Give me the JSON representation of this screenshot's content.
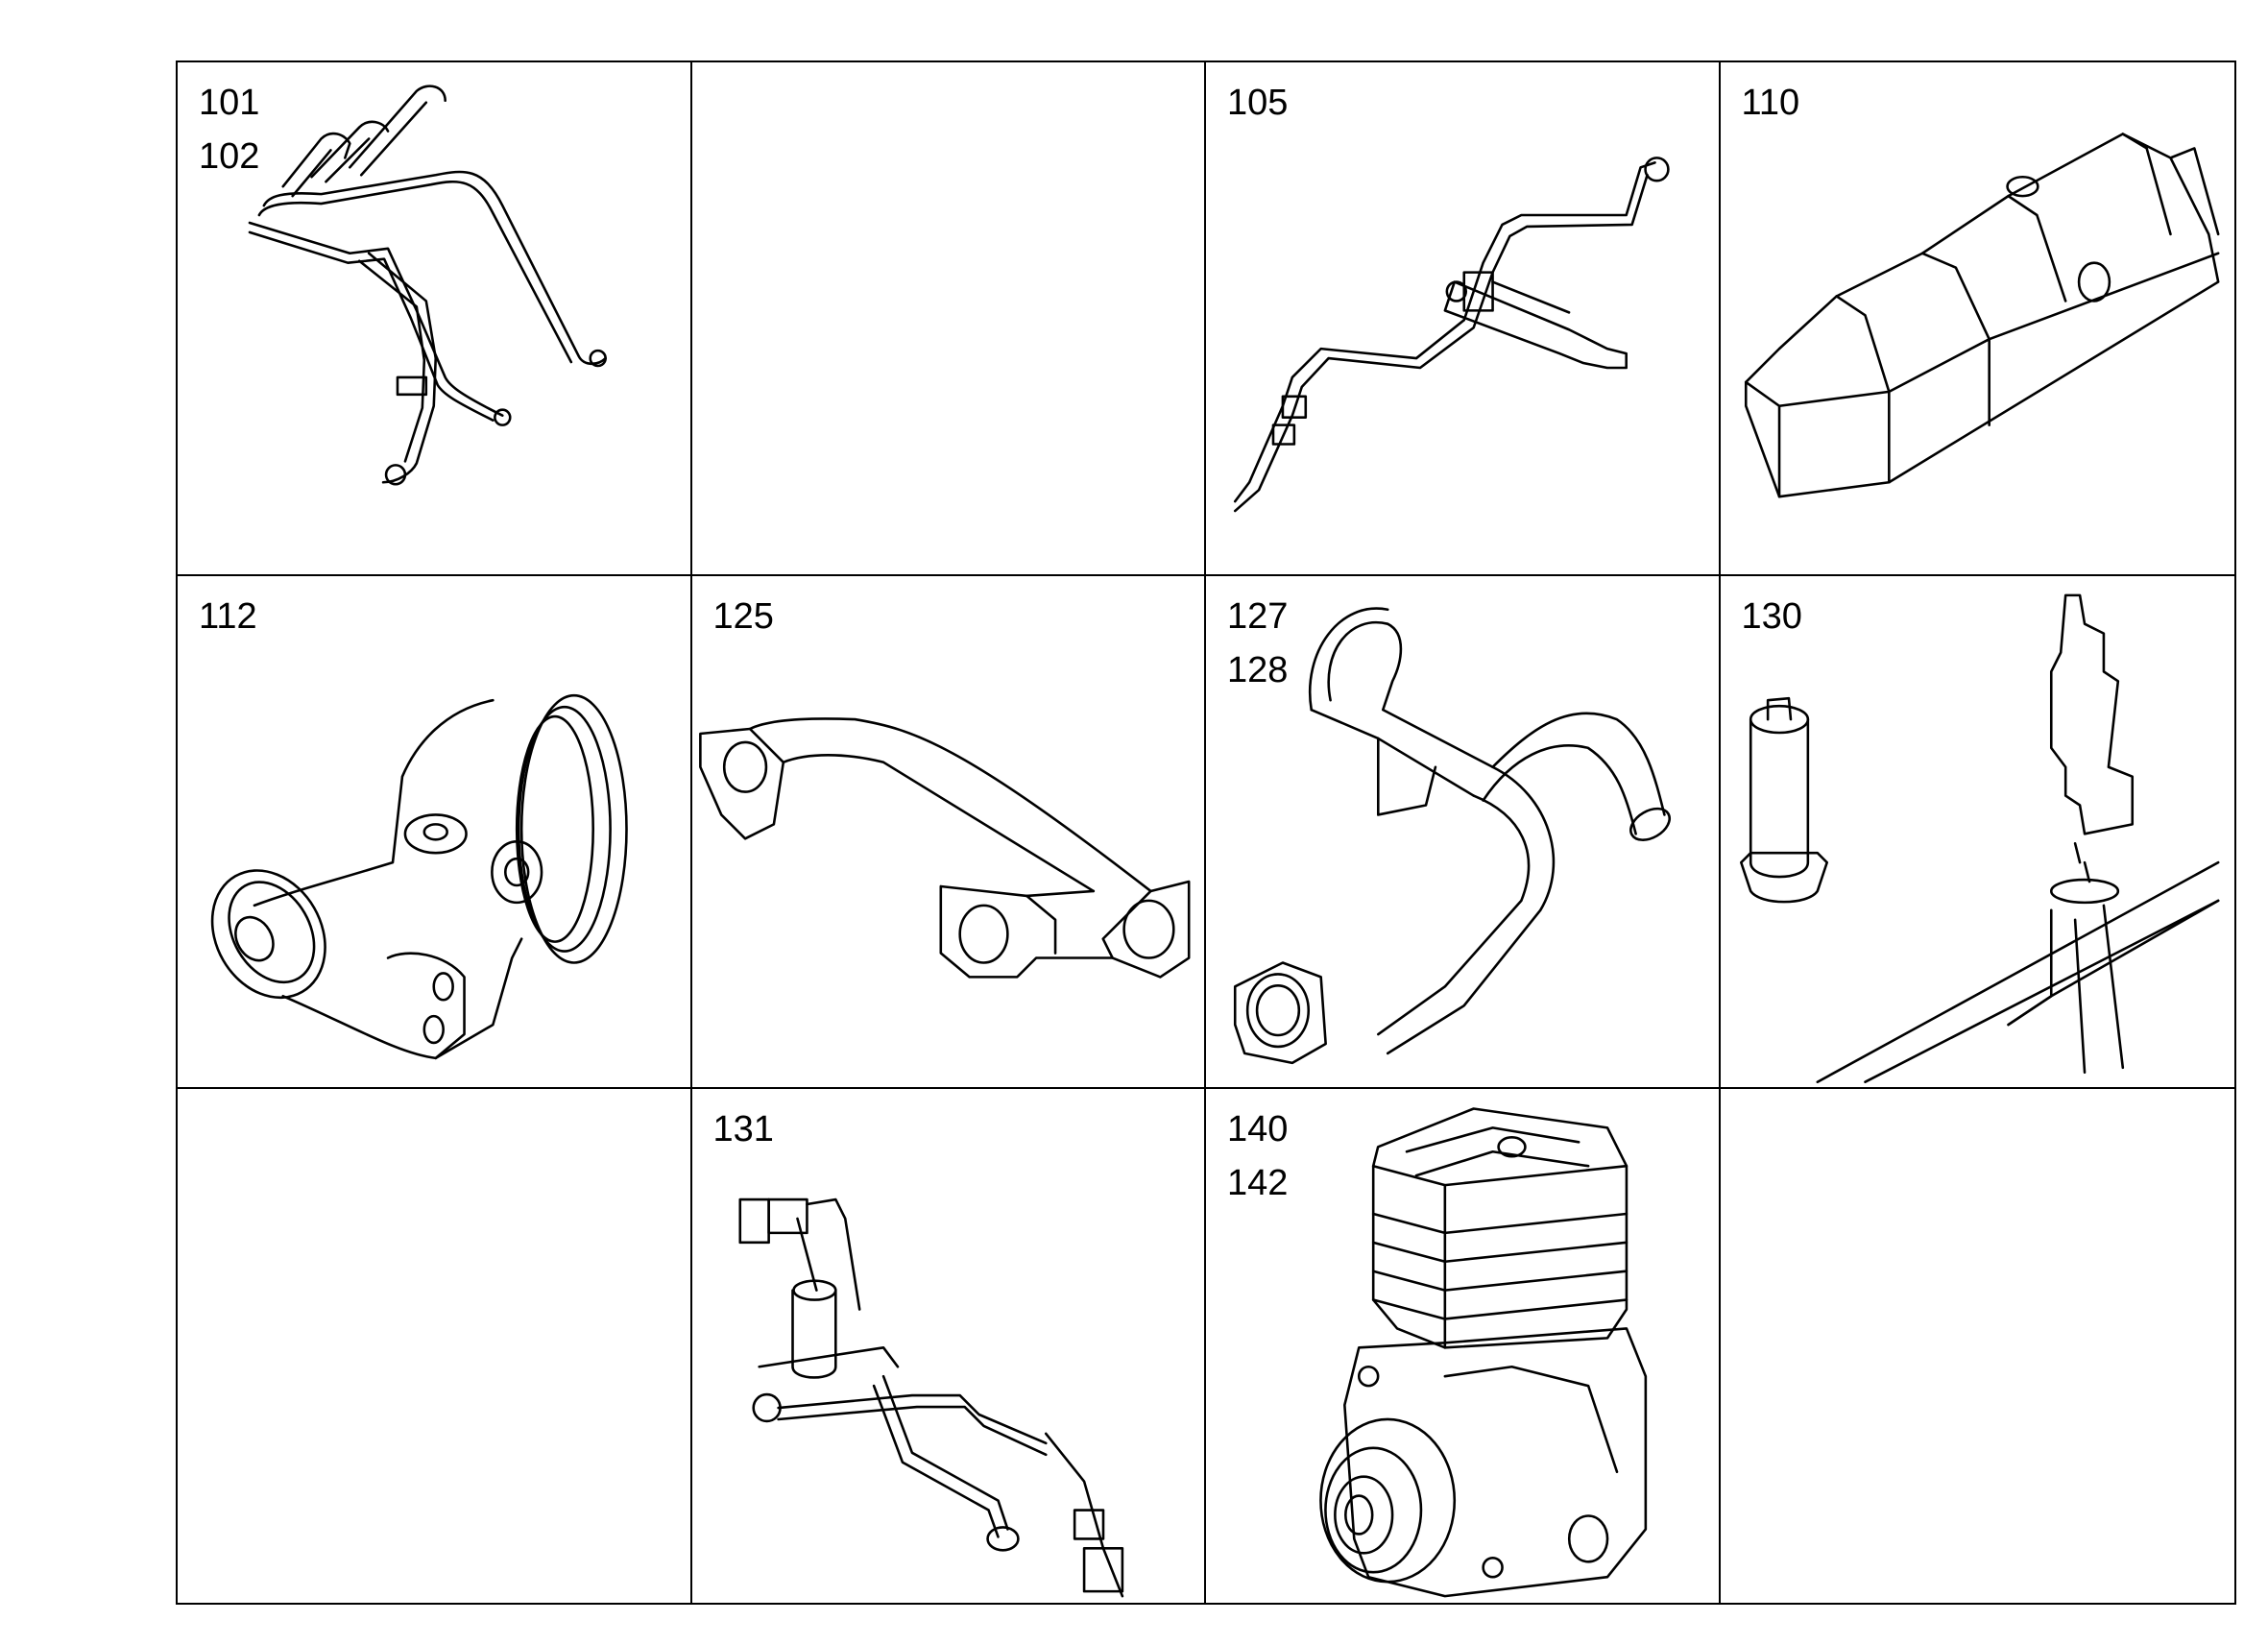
{
  "parts": [
    {
      "labels": [
        "101",
        "102"
      ],
      "illustration": "injection-lines"
    },
    {
      "labels": [],
      "illustration": ""
    },
    {
      "labels": [
        "105"
      ],
      "illustration": "injector-with-line"
    },
    {
      "labels": [
        "110"
      ],
      "illustration": "cylinder-head-cover"
    },
    {
      "labels": [
        "112"
      ],
      "illustration": "intake-elbow"
    },
    {
      "labels": [
        "125"
      ],
      "illustration": "exhaust-pipe"
    },
    {
      "labels": [
        "127",
        "128"
      ],
      "illustration": "coolant-pipe"
    },
    {
      "labels": [
        "130"
      ],
      "illustration": "heater-plug-and-solenoid"
    },
    {
      "labels": [],
      "illustration": ""
    },
    {
      "labels": [
        "131"
      ],
      "illustration": "solenoid-with-lines"
    },
    {
      "labels": [
        "140",
        "142"
      ],
      "illustration": "air-compressor"
    },
    {
      "labels": [],
      "illustration": ""
    }
  ]
}
